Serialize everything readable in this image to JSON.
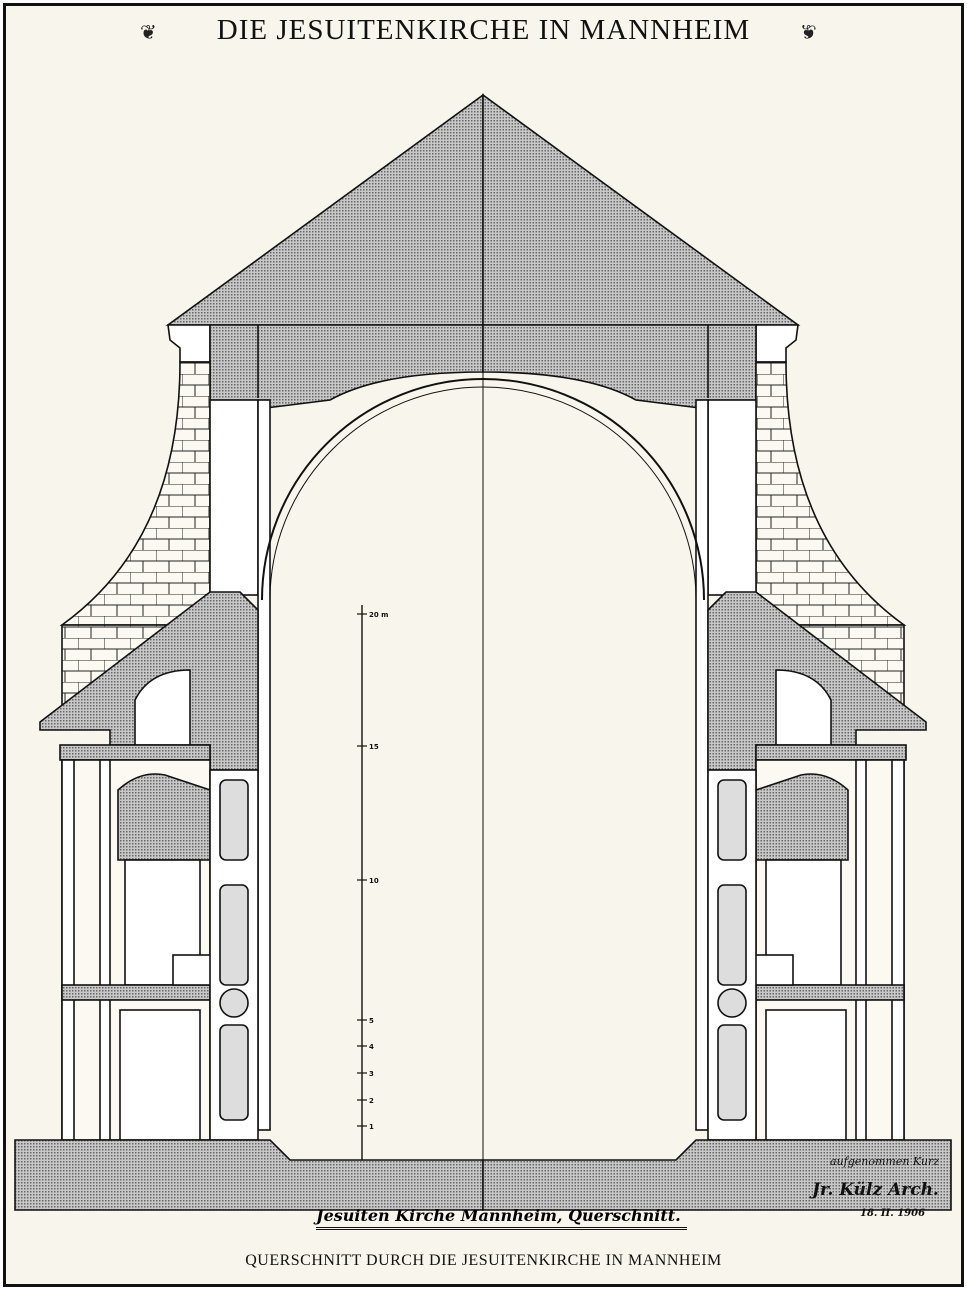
{
  "title": "DIE JESUITENKIRCHE IN MANNHEIM",
  "ornament": "❦",
  "handwritten_title": "Jesuiten Kirche Mannheim,   Querschnitt.",
  "signature": {
    "note": "aufgenommen Kurz",
    "name": "Jr. Külz Arch.",
    "date": "18. II. 1906"
  },
  "scale_bar": {
    "unit": "m",
    "labels": [
      "20 m",
      "15",
      "10",
      "5",
      "4",
      "3",
      "2",
      "1"
    ]
  },
  "caption": "QUERSCHNITT DURCH DIE JESUITENKIRCHE IN MANNHEIM",
  "colors": {
    "ink": "#111111",
    "paper": "#f8f5ec",
    "hatch": "#9a9a9a"
  }
}
